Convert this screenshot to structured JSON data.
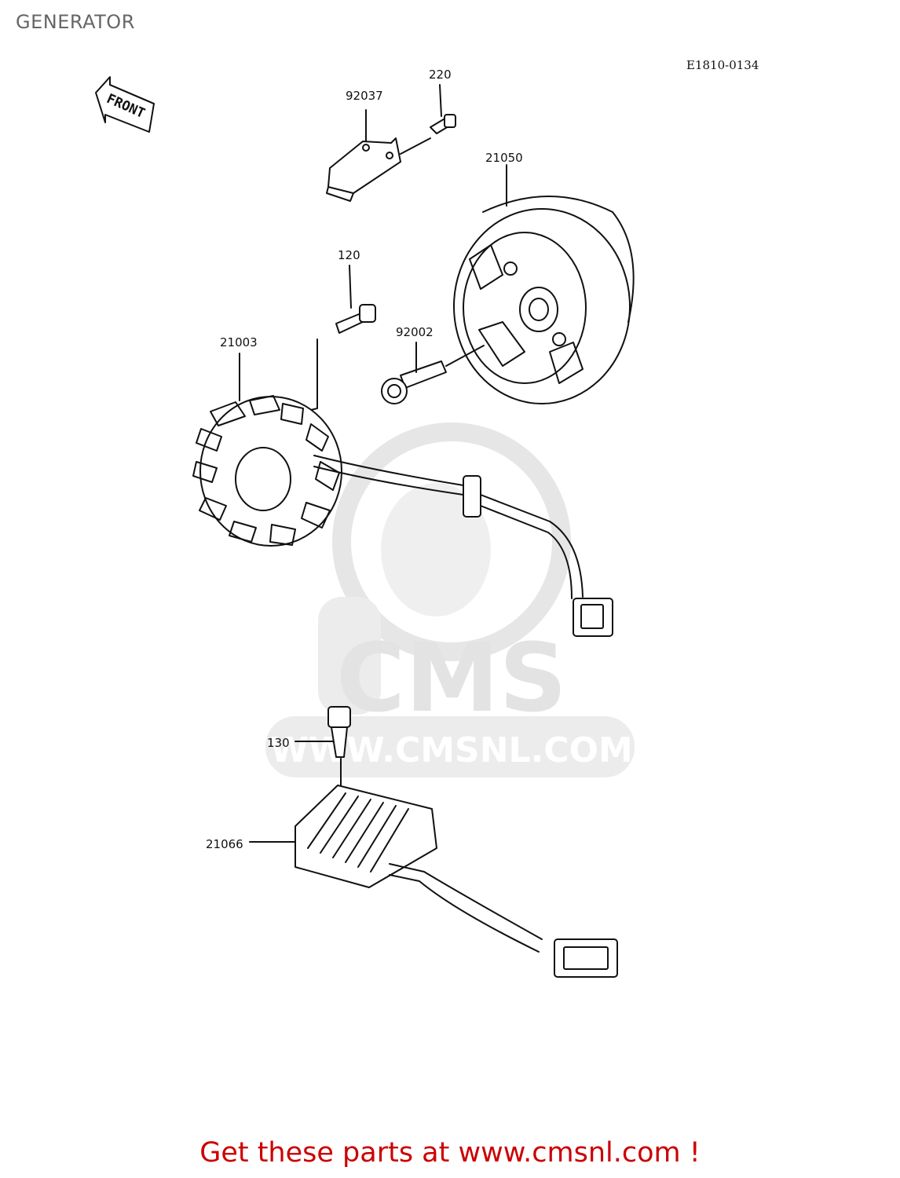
{
  "page": {
    "title": "GENERATOR",
    "diagram_code": "E1810-0134",
    "direction_label": "FRONT",
    "footer": "Get these parts at www.cmsnl.com !"
  },
  "watermark": {
    "brand": "CMS",
    "url": "WWW.CMSNL.COM"
  },
  "parts": [
    {
      "id": "220",
      "name": "bolt"
    },
    {
      "id": "92037",
      "name": "bracket"
    },
    {
      "id": "21050",
      "name": "flywheel-rotor"
    },
    {
      "id": "120",
      "name": "bolt"
    },
    {
      "id": "92002",
      "name": "flange-bolt"
    },
    {
      "id": "21003",
      "name": "stator-coil"
    },
    {
      "id": "130",
      "name": "bolt"
    },
    {
      "id": "21066",
      "name": "regulator-rectifier"
    }
  ],
  "colors": {
    "line": "#111111",
    "watermark": "#e6e6e6",
    "footer": "#cc0000",
    "title": "#666666"
  }
}
